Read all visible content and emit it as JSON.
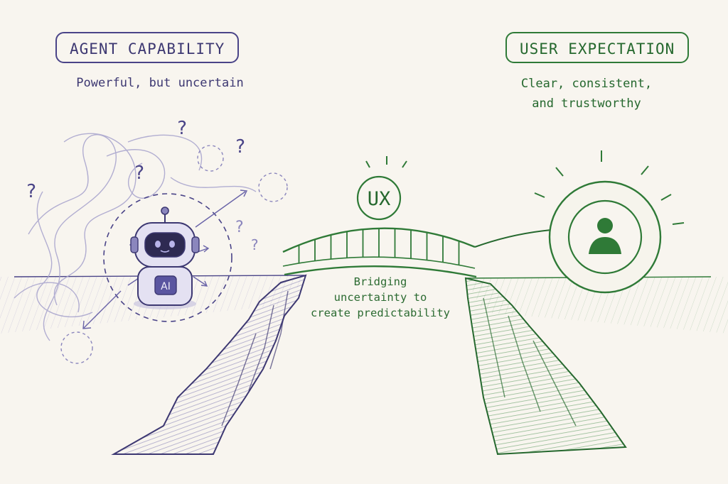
{
  "left": {
    "title": "AGENT CAPABILITY",
    "subtitle": "Powerful, but uncertain",
    "robot_badge": "AI",
    "color": "#4a4488"
  },
  "right": {
    "title": "USER EXPECTATION",
    "subtitle_lines": [
      "Clear, consistent,",
      "and trustworthy"
    ],
    "icon": "user-icon",
    "color": "#2f7a37"
  },
  "bridge": {
    "label": "UX",
    "caption_lines": [
      "Bridging",
      "uncertainty to",
      "create predictability"
    ]
  },
  "question_mark": "?"
}
